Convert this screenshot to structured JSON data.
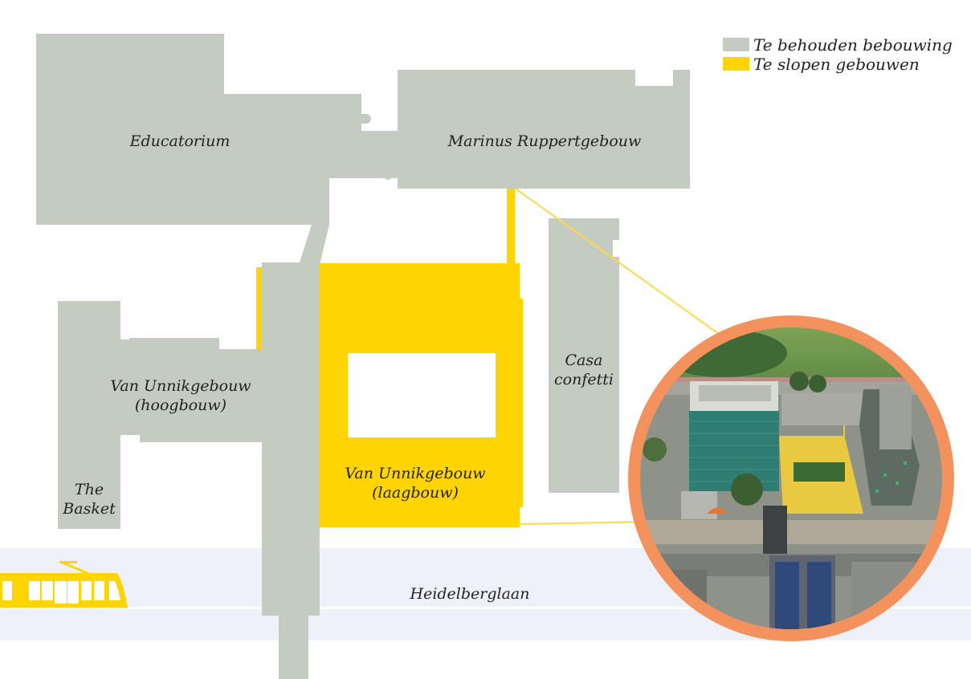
{
  "colors": {
    "keep": "#c4cbc0",
    "demolish": "#ffd400",
    "road": "#eef1fa",
    "ring": "#f4925e",
    "tram": "#ffd400",
    "leader_line": "#ffd84a",
    "text": "#222222"
  },
  "legend": {
    "items": [
      {
        "label": "Te behouden bebouwing",
        "swatch": "keep"
      },
      {
        "label": "Te slopen gebouwen",
        "swatch": "demolish"
      }
    ]
  },
  "buildings": {
    "educatorium": {
      "name": "Educatorium",
      "status": "keep"
    },
    "marinus": {
      "name": "Marinus Ruppertgebouw",
      "status": "keep"
    },
    "van_unnik_hoog": {
      "name_line1": "Van Unnikgebouw",
      "name_line2": "(hoogbouw)",
      "status": "keep"
    },
    "the_basket": {
      "name_line1": "The",
      "name_line2": "Basket",
      "status": "keep"
    },
    "casa_confetti": {
      "name_line1": "Casa",
      "name_line2": "confetti",
      "status": "keep"
    },
    "van_unnik_laag": {
      "name_line1": "Van Unnikgebouw",
      "name_line2": "(laagbouw)",
      "status": "demolish"
    }
  },
  "road": {
    "name": "Heidelberglaan"
  },
  "icons": {
    "tram": "tram-icon",
    "aerial_photo": "aerial-photo-inset"
  }
}
